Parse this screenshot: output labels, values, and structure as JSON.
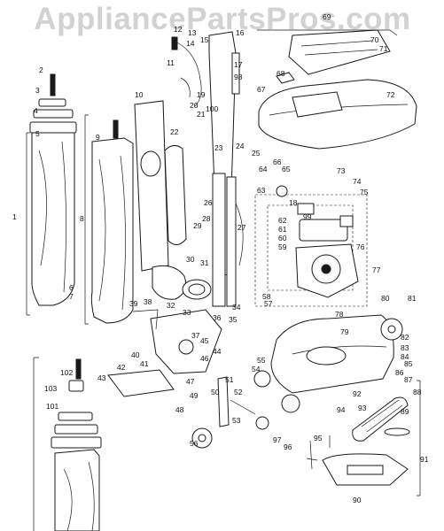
{
  "watermark": "AppliancePartsPros.com",
  "callouts": [
    "1",
    "2",
    "3",
    "4",
    "5",
    "6",
    "7",
    "8",
    "9",
    "10",
    "11",
    "12",
    "13",
    "14",
    "15",
    "16",
    "17",
    "18",
    "19",
    "20",
    "21",
    "22",
    "23",
    "24",
    "25",
    "26",
    "27",
    "28",
    "29",
    "30",
    "31",
    "32",
    "33",
    "34",
    "35",
    "36",
    "37",
    "38",
    "39",
    "40",
    "41",
    "42",
    "43",
    "44",
    "45",
    "46",
    "47",
    "48",
    "49",
    "50",
    "51",
    "52",
    "53",
    "54",
    "55",
    "56",
    "57",
    "58",
    "59",
    "60",
    "61",
    "62",
    "63",
    "64",
    "65",
    "66",
    "67",
    "68",
    "69",
    "70",
    "71",
    "72",
    "73",
    "74",
    "75",
    "76",
    "77",
    "78",
    "79",
    "80",
    "81",
    "82",
    "83",
    "84",
    "85",
    "86",
    "87",
    "88",
    "89",
    "90",
    "91",
    "92",
    "93",
    "94",
    "95",
    "96",
    "97",
    "98",
    "99",
    "100",
    "101",
    "102",
    "103"
  ]
}
